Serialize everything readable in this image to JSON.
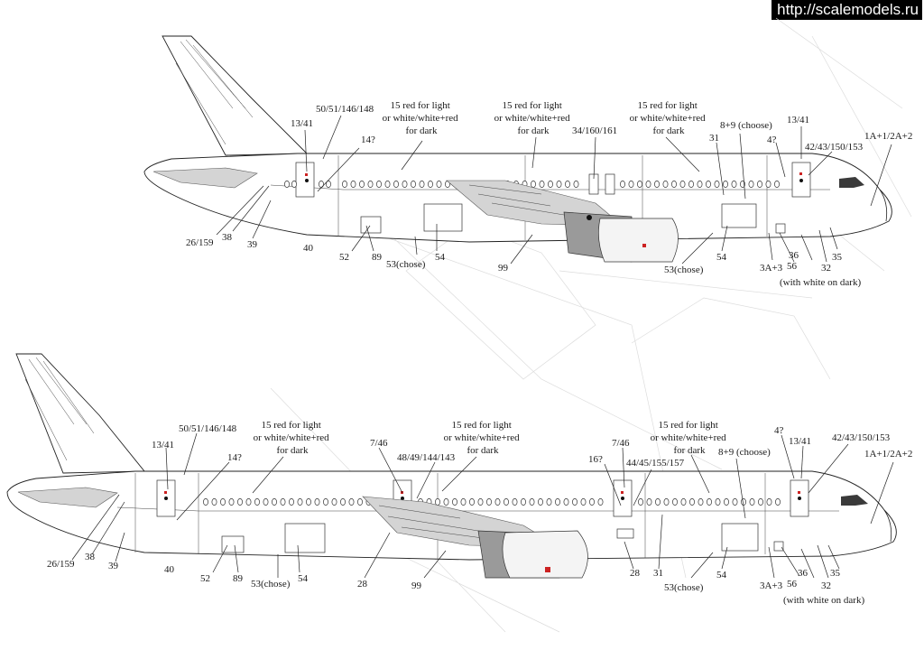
{
  "watermark": "http://scalemodels.ru",
  "top_view": {
    "labels": {
      "l_13_41": "13/41",
      "l_50_148": "50/51/146/148",
      "l_14q": "14?",
      "l_15a": [
        "15 red for light",
        "or white/white+red",
        "for dark"
      ],
      "l_15b": [
        "15 red for light",
        "or white/white+red",
        "for dark"
      ],
      "l_15c": [
        "15 red for light",
        "or white/white+red",
        "for dark"
      ],
      "l_34": "34/160/161",
      "l_31": "31",
      "l_8_9": "8+9 (choose)",
      "l_13_41b": "13/41",
      "l_4q": "4?",
      "l_42": "42/43/150/153",
      "l_1a": "1A+1/2A+2",
      "l_26": "26/159",
      "l_38": "38",
      "l_39": "39",
      "l_40": "40",
      "l_52": "52",
      "l_89": "89",
      "l_53": "53(chose)",
      "l_54": "54",
      "l_99": "99",
      "l_53b": "53(chose)",
      "l_54b": "54",
      "l_3a": "3A+3",
      "l_56": "56",
      "l_36": "36",
      "l_32": "32",
      "l_35": "35",
      "l_white": "(with white on dark)"
    }
  },
  "bottom_view": {
    "labels": {
      "l_13_41": "13/41",
      "l_50_148": "50/51/146/148",
      "l_14q": "14?",
      "l_15a": [
        "15 red for light",
        "or white/white+red",
        "for dark"
      ],
      "l_15b": [
        "15 red for light",
        "or white/white+red",
        "for dark"
      ],
      "l_15c": [
        "15 red for light",
        "or white/white+red",
        "for dark"
      ],
      "l_7_46": "7/46",
      "l_48": "48/49/144/143",
      "l_16q": "16?",
      "l_7_46b": "7/46",
      "l_44": "44/45/155/157",
      "l_8_9": "8+9 (choose)",
      "l_4q": "4?",
      "l_13_41b": "13/41",
      "l_42": "42/43/150/153",
      "l_1a": "1A+1/2A+2",
      "l_26": "26/159",
      "l_38": "38",
      "l_39": "39",
      "l_40": "40",
      "l_52": "52",
      "l_89": "89",
      "l_53": "53(chose)",
      "l_54": "54",
      "l_28": "28",
      "l_99": "99",
      "l_28b": "28",
      "l_31": "31",
      "l_53b": "53(chose)",
      "l_54b": "54",
      "l_3a": "3A+3",
      "l_56": "56",
      "l_36": "36",
      "l_32": "32",
      "l_35": "35",
      "l_white": "(with white on dark)"
    }
  }
}
